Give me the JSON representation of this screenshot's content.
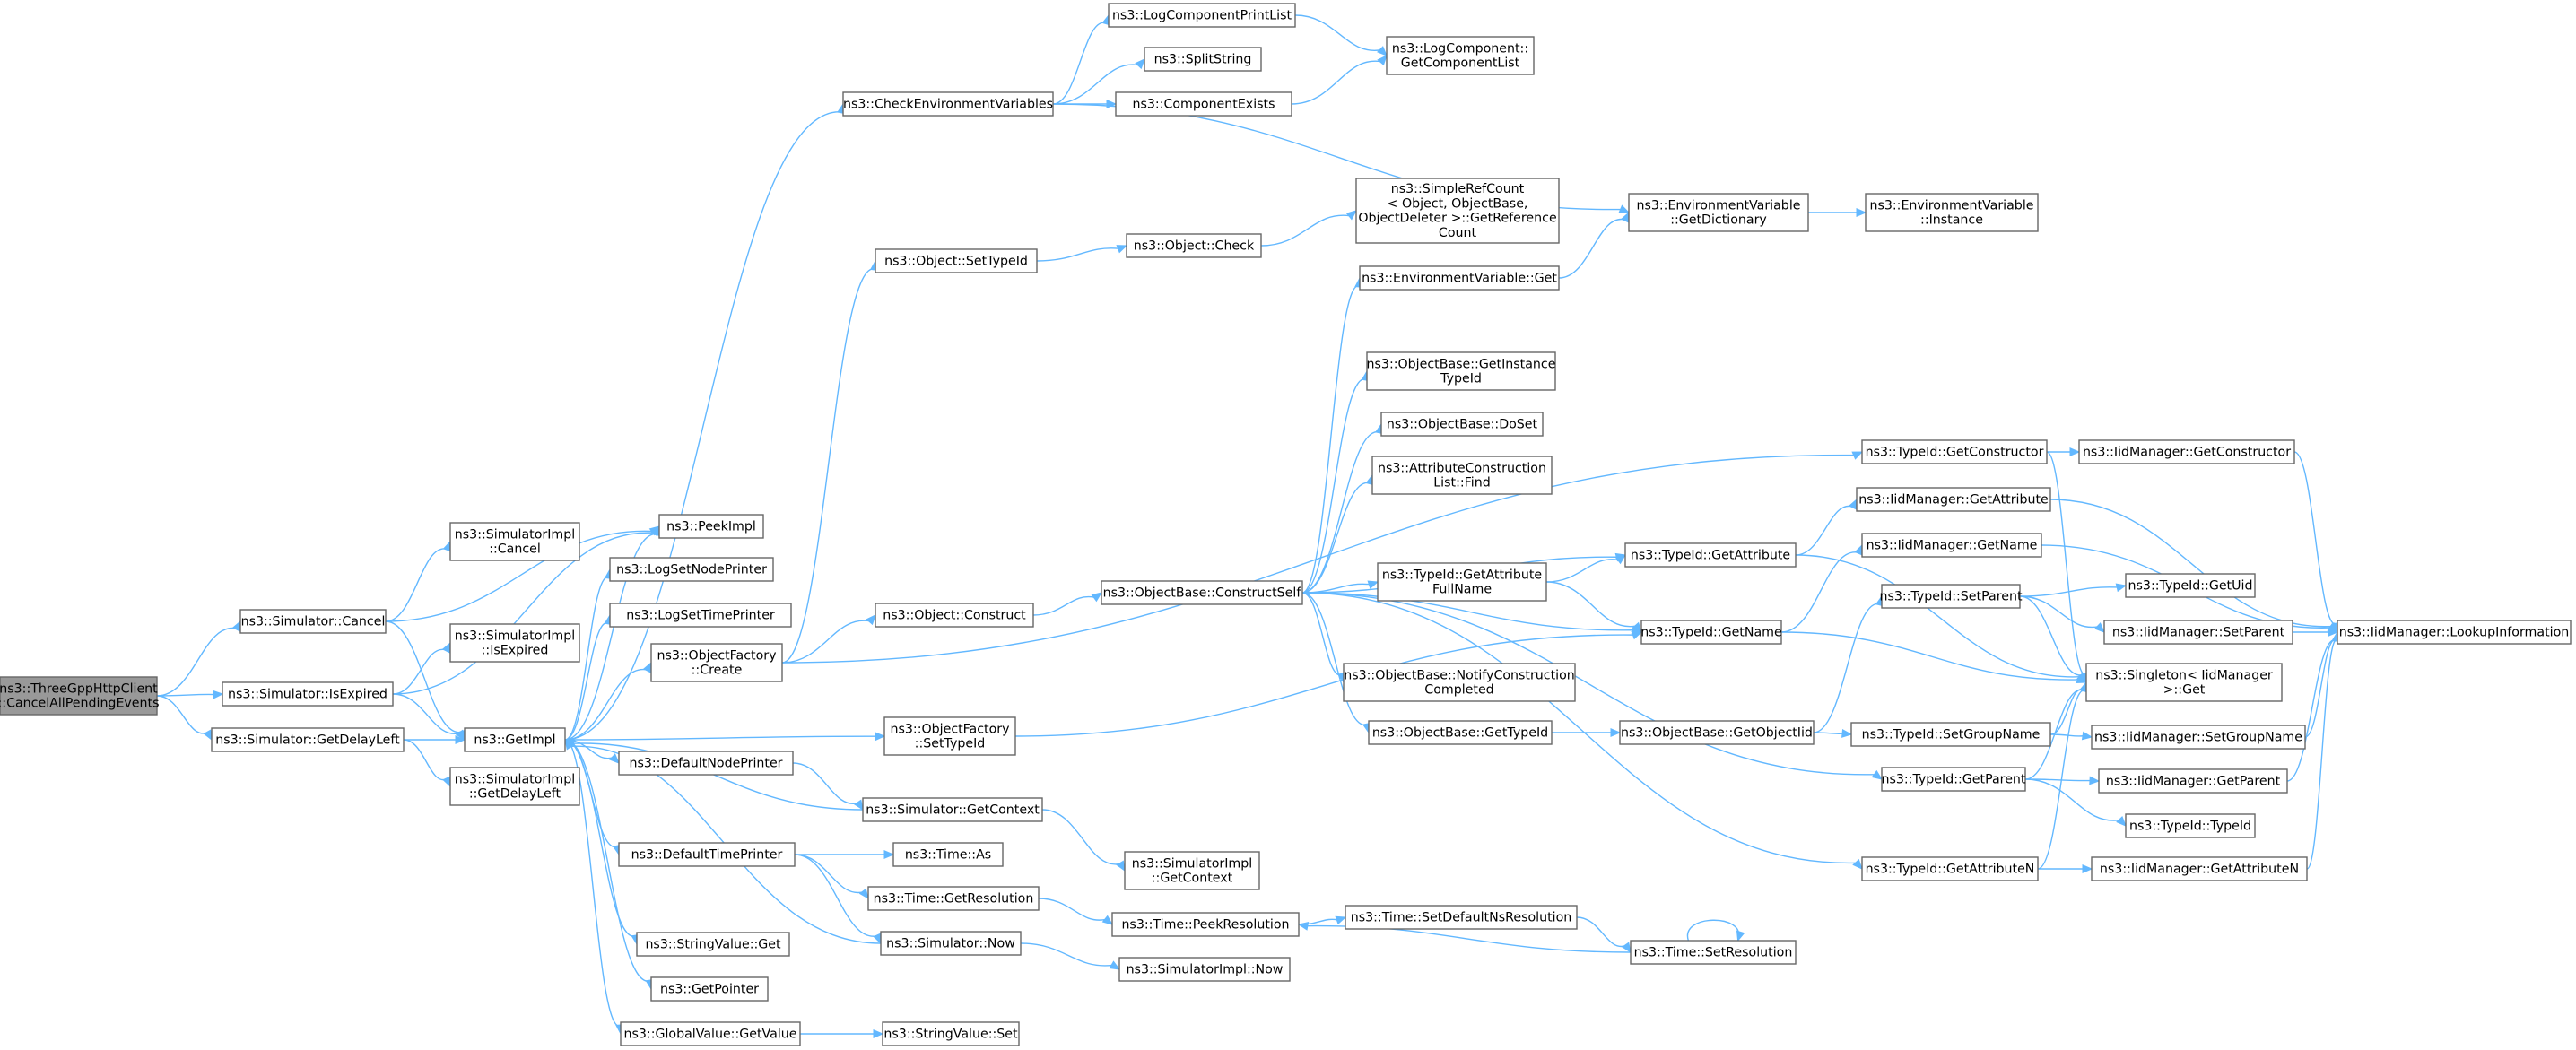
{
  "graph": {
    "nodes": [
      {
        "id": "root",
        "lines": [
          "ns3::ThreeGppHttpClient",
          "::CancelAllPendingEvents"
        ],
        "root": true
      },
      {
        "id": "simCancel",
        "lines": [
          "ns3::Simulator::Cancel"
        ]
      },
      {
        "id": "simIsExpired",
        "lines": [
          "ns3::Simulator::IsExpired"
        ]
      },
      {
        "id": "simGetDelayLeft",
        "lines": [
          "ns3::Simulator::GetDelayLeft"
        ]
      },
      {
        "id": "simImplCancel",
        "lines": [
          "ns3::SimulatorImpl",
          "::Cancel"
        ]
      },
      {
        "id": "peekImpl",
        "lines": [
          "ns3::PeekImpl"
        ]
      },
      {
        "id": "getImpl",
        "lines": [
          "ns3::GetImpl"
        ]
      },
      {
        "id": "simImplIsExpired",
        "lines": [
          "ns3::SimulatorImpl",
          "::IsExpired"
        ]
      },
      {
        "id": "simImplGetDelayLeft",
        "lines": [
          "ns3::SimulatorImpl",
          "::GetDelayLeft"
        ]
      },
      {
        "id": "checkEnv",
        "lines": [
          "ns3::CheckEnvironmentVariables"
        ]
      },
      {
        "id": "logSetNodePrinter",
        "lines": [
          "ns3::LogSetNodePrinter"
        ]
      },
      {
        "id": "logSetTimePrinter",
        "lines": [
          "ns3::LogSetTimePrinter"
        ]
      },
      {
        "id": "objFactoryCreate",
        "lines": [
          "ns3::ObjectFactory",
          "::Create"
        ]
      },
      {
        "id": "defaultNodePrinter",
        "lines": [
          "ns3::DefaultNodePrinter"
        ]
      },
      {
        "id": "defaultTimePrinter",
        "lines": [
          "ns3::DefaultTimePrinter"
        ]
      },
      {
        "id": "stringValueGet",
        "lines": [
          "ns3::StringValue::Get"
        ]
      },
      {
        "id": "getPointer",
        "lines": [
          "ns3::GetPointer"
        ]
      },
      {
        "id": "globalValueGetValue",
        "lines": [
          "ns3::GlobalValue::GetValue"
        ]
      },
      {
        "id": "logCompPrintList",
        "lines": [
          "ns3::LogComponentPrintList"
        ]
      },
      {
        "id": "splitString",
        "lines": [
          "ns3::SplitString"
        ]
      },
      {
        "id": "componentExists",
        "lines": [
          "ns3::ComponentExists"
        ]
      },
      {
        "id": "objectSetTypeId",
        "lines": [
          "ns3::Object::SetTypeId"
        ]
      },
      {
        "id": "objectConstruct",
        "lines": [
          "ns3::Object::Construct"
        ]
      },
      {
        "id": "objFactorySetTypeId",
        "lines": [
          "ns3::ObjectFactory",
          "::SetTypeId"
        ]
      },
      {
        "id": "simGetContext",
        "lines": [
          "ns3::Simulator::GetContext"
        ]
      },
      {
        "id": "timeAs",
        "lines": [
          "ns3::Time::As"
        ]
      },
      {
        "id": "timeGetResolution",
        "lines": [
          "ns3::Time::GetResolution"
        ]
      },
      {
        "id": "simNow",
        "lines": [
          "ns3::Simulator::Now"
        ]
      },
      {
        "id": "stringValueSet",
        "lines": [
          "ns3::StringValue::Set"
        ]
      },
      {
        "id": "logCompGetList",
        "lines": [
          "ns3::LogComponent::",
          "GetComponentList"
        ]
      },
      {
        "id": "objectCheck",
        "lines": [
          "ns3::Object::Check"
        ]
      },
      {
        "id": "objBaseConstructSelf",
        "lines": [
          "ns3::ObjectBase::ConstructSelf"
        ]
      },
      {
        "id": "simImplGetContext",
        "lines": [
          "ns3::SimulatorImpl",
          "::GetContext"
        ]
      },
      {
        "id": "timePeekResolution",
        "lines": [
          "ns3::Time::PeekResolution"
        ]
      },
      {
        "id": "simImplNow",
        "lines": [
          "ns3::SimulatorImpl::Now"
        ]
      },
      {
        "id": "simpleRefCount",
        "lines": [
          "ns3::SimpleRefCount",
          "< Object, ObjectBase,",
          "ObjectDeleter >::GetReference",
          "Count"
        ]
      },
      {
        "id": "envVarGet",
        "lines": [
          "ns3::EnvironmentVariable::Get"
        ]
      },
      {
        "id": "objBaseGetInstanceTypeId",
        "lines": [
          "ns3::ObjectBase::GetInstance",
          "TypeId"
        ]
      },
      {
        "id": "objBaseDoSet",
        "lines": [
          "ns3::ObjectBase::DoSet"
        ]
      },
      {
        "id": "attrConstructionListFind",
        "lines": [
          "ns3::AttributeConstruction",
          "List::Find"
        ]
      },
      {
        "id": "typeIdGetAttributeFullName",
        "lines": [
          "ns3::TypeId::GetAttribute",
          "FullName"
        ]
      },
      {
        "id": "objBaseNotifyConstruction",
        "lines": [
          "ns3::ObjectBase::NotifyConstruction",
          "Completed"
        ]
      },
      {
        "id": "objBaseGetTypeId",
        "lines": [
          "ns3::ObjectBase::GetTypeId"
        ]
      },
      {
        "id": "timeSetDefaultNsResolution",
        "lines": [
          "ns3::Time::SetDefaultNsResolution"
        ]
      },
      {
        "id": "envVarGetDictionary",
        "lines": [
          "ns3::EnvironmentVariable",
          "::GetDictionary"
        ]
      },
      {
        "id": "typeIdGetAttribute",
        "lines": [
          "ns3::TypeId::GetAttribute"
        ]
      },
      {
        "id": "typeIdGetName",
        "lines": [
          "ns3::TypeId::GetName"
        ]
      },
      {
        "id": "objBaseGetObjectIid",
        "lines": [
          "ns3::ObjectBase::GetObjectIid"
        ]
      },
      {
        "id": "timeSetResolution",
        "lines": [
          "ns3::Time::SetResolution"
        ]
      },
      {
        "id": "envVarInstance",
        "lines": [
          "ns3::EnvironmentVariable",
          "::Instance"
        ]
      },
      {
        "id": "typeIdGetConstructor",
        "lines": [
          "ns3::TypeId::GetConstructor"
        ]
      },
      {
        "id": "iidMgrGetAttribute",
        "lines": [
          "ns3::IidManager::GetAttribute"
        ]
      },
      {
        "id": "iidMgrGetName",
        "lines": [
          "ns3::IidManager::GetName"
        ]
      },
      {
        "id": "typeIdSetParent",
        "lines": [
          "ns3::TypeId::SetParent"
        ]
      },
      {
        "id": "typeIdSetGroupName",
        "lines": [
          "ns3::TypeId::SetGroupName"
        ]
      },
      {
        "id": "typeIdGetParent",
        "lines": [
          "ns3::TypeId::GetParent"
        ]
      },
      {
        "id": "typeIdGetAttributeN",
        "lines": [
          "ns3::TypeId::GetAttributeN"
        ]
      },
      {
        "id": "iidMgrGetConstructor",
        "lines": [
          "ns3::IidManager::GetConstructor"
        ]
      },
      {
        "id": "typeIdGetUid",
        "lines": [
          "ns3::TypeId::GetUid"
        ]
      },
      {
        "id": "iidMgrSetParent",
        "lines": [
          "ns3::IidManager::SetParent"
        ]
      },
      {
        "id": "singletonGet",
        "lines": [
          "ns3::Singleton< IidManager",
          ">::Get"
        ]
      },
      {
        "id": "iidMgrSetGroupName",
        "lines": [
          "ns3::IidManager::SetGroupName"
        ]
      },
      {
        "id": "iidMgrGetParent",
        "lines": [
          "ns3::IidManager::GetParent"
        ]
      },
      {
        "id": "typeIdTypeId",
        "lines": [
          "ns3::TypeId::TypeId"
        ]
      },
      {
        "id": "iidMgrGetAttributeN",
        "lines": [
          "ns3::IidManager::GetAttributeN"
        ]
      },
      {
        "id": "iidMgrLookupInformation",
        "lines": [
          "ns3::IidManager::LookupInformation"
        ]
      }
    ],
    "edges": [
      [
        "root",
        "simCancel"
      ],
      [
        "root",
        "simIsExpired"
      ],
      [
        "root",
        "simGetDelayLeft"
      ],
      [
        "simCancel",
        "simImplCancel"
      ],
      [
        "simCancel",
        "peekImpl"
      ],
      [
        "simCancel",
        "getImpl"
      ],
      [
        "simIsExpired",
        "simImplIsExpired"
      ],
      [
        "simIsExpired",
        "peekImpl"
      ],
      [
        "simIsExpired",
        "getImpl"
      ],
      [
        "simGetDelayLeft",
        "getImpl"
      ],
      [
        "simGetDelayLeft",
        "simImplGetDelayLeft"
      ],
      [
        "getImpl",
        "peekImpl"
      ],
      [
        "getImpl",
        "checkEnv"
      ],
      [
        "getImpl",
        "logSetNodePrinter"
      ],
      [
        "getImpl",
        "logSetTimePrinter"
      ],
      [
        "getImpl",
        "objFactoryCreate"
      ],
      [
        "getImpl",
        "objFactorySetTypeId"
      ],
      [
        "getImpl",
        "defaultNodePrinter"
      ],
      [
        "getImpl",
        "defaultTimePrinter"
      ],
      [
        "getImpl",
        "stringValueGet"
      ],
      [
        "getImpl",
        "getPointer"
      ],
      [
        "getImpl",
        "globalValueGetValue"
      ],
      [
        "checkEnv",
        "logCompPrintList"
      ],
      [
        "checkEnv",
        "splitString"
      ],
      [
        "checkEnv",
        "componentExists"
      ],
      [
        "checkEnv",
        "envVarGetDictionary"
      ],
      [
        "logCompPrintList",
        "logCompGetList"
      ],
      [
        "componentExists",
        "logCompGetList"
      ],
      [
        "objFactoryCreate",
        "objectSetTypeId"
      ],
      [
        "objFactoryCreate",
        "objectConstruct"
      ],
      [
        "objFactoryCreate",
        "typeIdGetConstructor"
      ],
      [
        "objectSetTypeId",
        "objectCheck"
      ],
      [
        "objectCheck",
        "simpleRefCount"
      ],
      [
        "objectConstruct",
        "objBaseConstructSelf"
      ],
      [
        "objFactorySetTypeId",
        "typeIdGetName"
      ],
      [
        "defaultNodePrinter",
        "simGetContext"
      ],
      [
        "simGetContext",
        "getImpl"
      ],
      [
        "simGetContext",
        "simImplGetContext"
      ],
      [
        "defaultTimePrinter",
        "timeAs"
      ],
      [
        "defaultTimePrinter",
        "timeGetResolution"
      ],
      [
        "defaultTimePrinter",
        "simNow"
      ],
      [
        "simNow",
        "getImpl"
      ],
      [
        "simNow",
        "simImplNow"
      ],
      [
        "timeGetResolution",
        "timePeekResolution"
      ],
      [
        "globalValueGetValue",
        "stringValueSet"
      ],
      [
        "objBaseConstructSelf",
        "envVarGet"
      ],
      [
        "objBaseConstructSelf",
        "objBaseGetInstanceTypeId"
      ],
      [
        "objBaseConstructSelf",
        "objBaseDoSet"
      ],
      [
        "objBaseConstructSelf",
        "attrConstructionListFind"
      ],
      [
        "objBaseConstructSelf",
        "typeIdGetAttribute"
      ],
      [
        "objBaseConstructSelf",
        "typeIdGetAttributeFullName"
      ],
      [
        "objBaseConstructSelf",
        "typeIdGetName"
      ],
      [
        "objBaseConstructSelf",
        "objBaseNotifyConstruction"
      ],
      [
        "objBaseConstructSelf",
        "objBaseGetTypeId"
      ],
      [
        "objBaseConstructSelf",
        "typeIdGetParent"
      ],
      [
        "objBaseConstructSelf",
        "typeIdGetAttributeN"
      ],
      [
        "envVarGet",
        "envVarGetDictionary"
      ],
      [
        "envVarGetDictionary",
        "envVarInstance"
      ],
      [
        "typeIdGetAttributeFullName",
        "typeIdGetAttribute"
      ],
      [
        "typeIdGetAttributeFullName",
        "typeIdGetName"
      ],
      [
        "objBaseGetTypeId",
        "objBaseGetObjectIid"
      ],
      [
        "objBaseGetObjectIid",
        "typeIdSetParent"
      ],
      [
        "objBaseGetObjectIid",
        "typeIdSetGroupName"
      ],
      [
        "timePeekResolution",
        "timeSetDefaultNsResolution"
      ],
      [
        "timeSetDefaultNsResolution",
        "timeSetResolution"
      ],
      [
        "timeSetResolution",
        "timePeekResolution"
      ],
      [
        "timeSetResolution",
        "timeSetResolution"
      ],
      [
        "typeIdGetConstructor",
        "iidMgrGetConstructor"
      ],
      [
        "typeIdGetConstructor",
        "singletonGet"
      ],
      [
        "typeIdGetAttribute",
        "iidMgrGetAttribute"
      ],
      [
        "typeIdGetAttribute",
        "singletonGet"
      ],
      [
        "typeIdGetName",
        "iidMgrGetName"
      ],
      [
        "typeIdGetName",
        "singletonGet"
      ],
      [
        "typeIdSetParent",
        "typeIdGetUid"
      ],
      [
        "typeIdSetParent",
        "iidMgrSetParent"
      ],
      [
        "typeIdSetParent",
        "singletonGet"
      ],
      [
        "typeIdSetGroupName",
        "singletonGet"
      ],
      [
        "typeIdSetGroupName",
        "iidMgrSetGroupName"
      ],
      [
        "typeIdGetParent",
        "singletonGet"
      ],
      [
        "typeIdGetParent",
        "iidMgrGetParent"
      ],
      [
        "typeIdGetParent",
        "typeIdTypeId"
      ],
      [
        "typeIdGetAttributeN",
        "singletonGet"
      ],
      [
        "typeIdGetAttributeN",
        "iidMgrGetAttributeN"
      ],
      [
        "iidMgrGetConstructor",
        "iidMgrLookupInformation"
      ],
      [
        "iidMgrGetAttribute",
        "iidMgrLookupInformation"
      ],
      [
        "iidMgrGetName",
        "iidMgrLookupInformation"
      ],
      [
        "iidMgrSetParent",
        "iidMgrLookupInformation"
      ],
      [
        "iidMgrSetGroupName",
        "iidMgrLookupInformation"
      ],
      [
        "iidMgrGetParent",
        "iidMgrLookupInformation"
      ],
      [
        "iidMgrGetAttributeN",
        "iidMgrLookupInformation"
      ]
    ]
  }
}
